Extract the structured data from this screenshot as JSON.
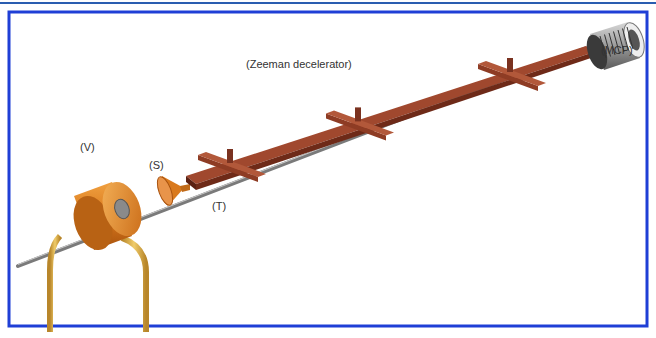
{
  "diagram": {
    "labels": [
      "(MCP)",
      "(Zeeman decelerator)",
      "(V)",
      "(S)",
      "(T)"
    ]
  }
}
